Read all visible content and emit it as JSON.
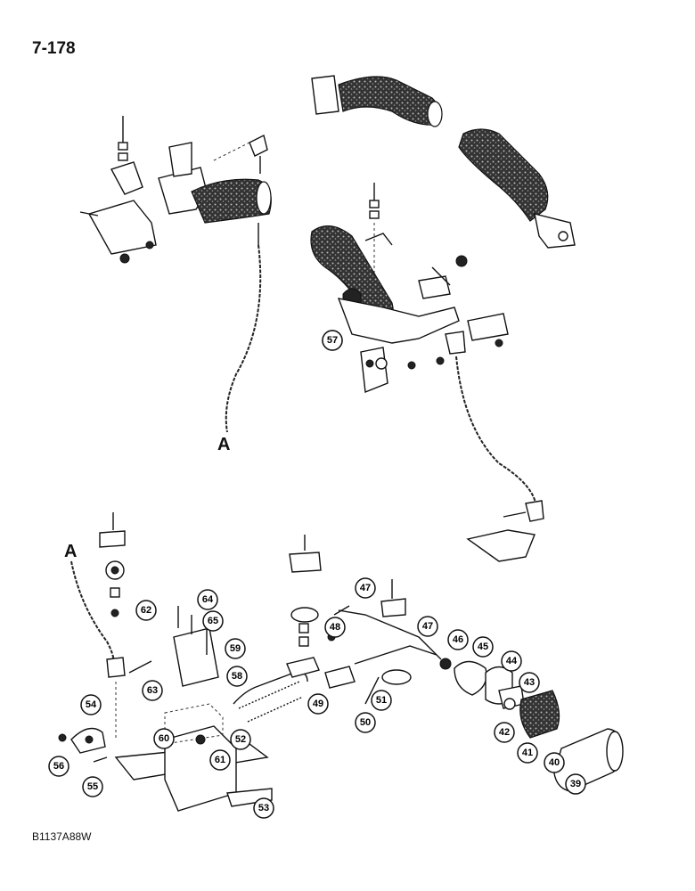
{
  "page_number": "7-178",
  "figure_code": "B1137A88W",
  "connector_label_top": "A",
  "connector_label_bottom": "A",
  "callouts": [
    "39",
    "40",
    "41",
    "42",
    "43",
    "44",
    "45",
    "46",
    "47",
    "47",
    "48",
    "49",
    "50",
    "51",
    "52",
    "53",
    "54",
    "55",
    "56",
    "57",
    "58",
    "59",
    "60",
    "61",
    "62",
    "63",
    "64",
    "65"
  ]
}
